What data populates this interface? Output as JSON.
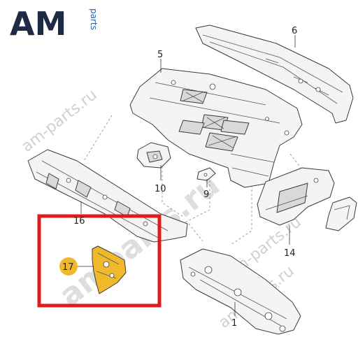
{
  "logo": {
    "mark": "AM",
    "sub": "parts"
  },
  "watermarks": [
    "am-parts.ru",
    "am-parts.ru",
    "amparts.ru",
    "am-parts.ru"
  ],
  "callouts": {
    "p1": "1",
    "p5": "5",
    "p6": "6",
    "p9": "9",
    "p10": "10",
    "p14": "14",
    "p16": "16",
    "p17": "17"
  },
  "colors": {
    "highlight_frame": "#e01b1b",
    "highlight_part": "#f0b92c",
    "badge": "#f0b92c",
    "logo_dark": "#1f2a44",
    "logo_accent": "#1e63b5"
  }
}
